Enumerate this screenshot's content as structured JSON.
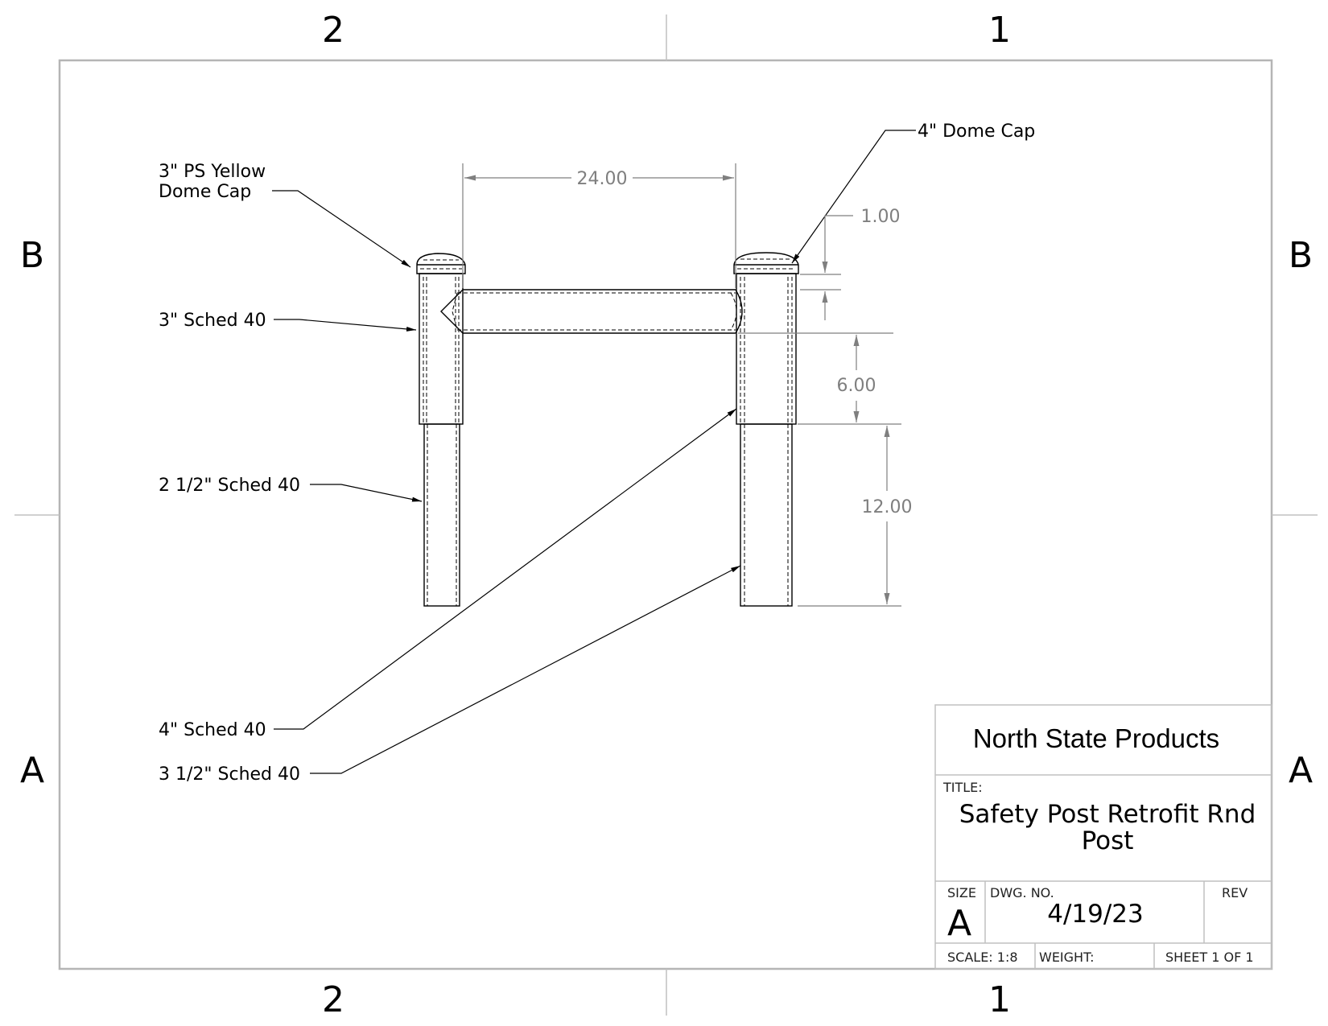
{
  "zones": {
    "top_left": "2",
    "top_right": "1",
    "bottom_left": "2",
    "bottom_right": "1",
    "left_upper": "B",
    "left_lower": "A",
    "right_upper": "B",
    "right_lower": "A"
  },
  "callouts": {
    "small_cap_line1": "3\" PS Yellow",
    "small_cap_line2": "Dome Cap",
    "large_cap": "4\" Dome Cap",
    "sched3": "3\" Sched 40",
    "sched2_5": "2 1/2\" Sched 40",
    "sched4": "4\" Sched 40",
    "sched3_5": "3 1/2\" Sched 40"
  },
  "dimensions": {
    "width": "24.00",
    "cap_offset": "1.00",
    "sleeve_length": "6.00",
    "insert_length": "12.00"
  },
  "title_block": {
    "company": "North State Products",
    "title_label": "TITLE:",
    "title_line1": "Safety Post Retrofit Rnd",
    "title_line2": "Post",
    "size_label": "SIZE",
    "size_value": "A",
    "dwg_label": "DWG.  NO.",
    "dwg_value": "4/19/23",
    "rev_label": "REV",
    "scale": "SCALE: 1:8",
    "weight": "WEIGHT:",
    "sheet": "SHEET 1 OF 1"
  }
}
